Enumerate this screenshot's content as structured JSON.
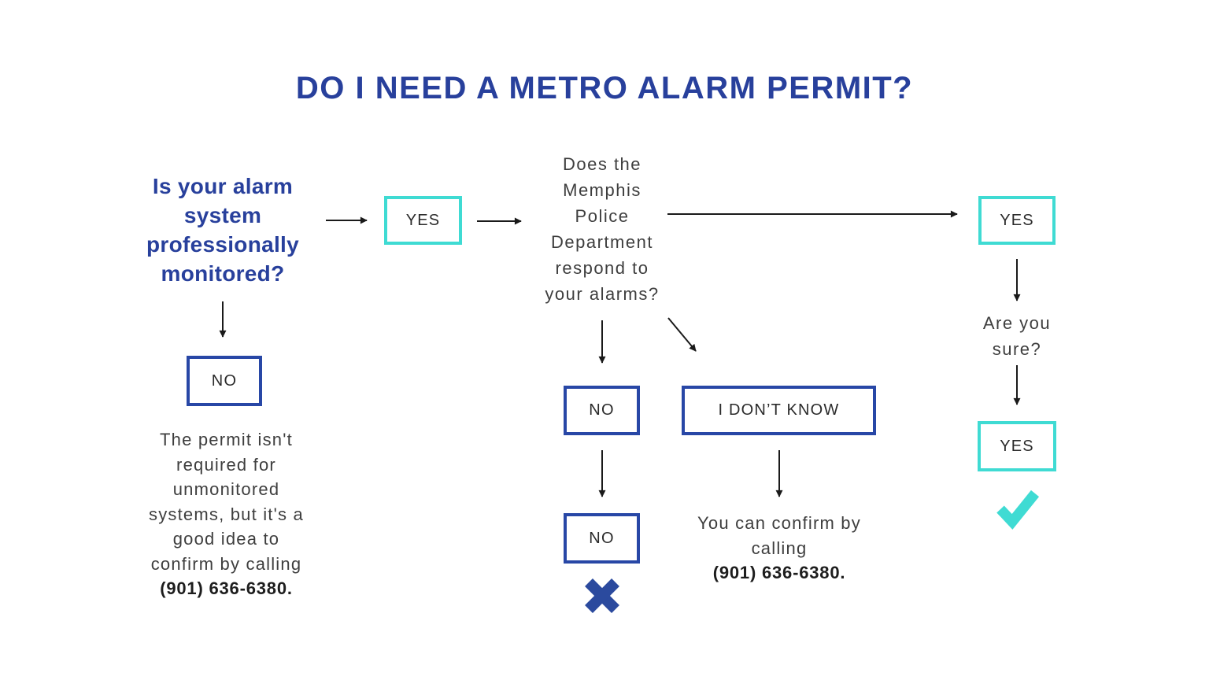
{
  "page": {
    "title": "DO I NEED A METRO ALARM PERMIT?"
  },
  "colors": {
    "title_blue": "#28409C",
    "box_border_blue": "#2847A6",
    "box_border_teal": "#3FDBD3",
    "body_text_gray": "#3E3E3E",
    "arrow_black": "#1A1A1A",
    "x_mark_blue": "#2B4A9E",
    "check_mark_teal": "#3FDBD3"
  },
  "flowchart": {
    "start_question": {
      "text": "Is your alarm\nsystem\nprofessionally\nmonitored?"
    },
    "start_yes_box": {
      "label": "YES"
    },
    "start_no_box": {
      "label": "NO"
    },
    "no_outcome": {
      "text": "The permit isn't\nrequired for\nunmonitored\nsystems, but it's a\ngood idea to\nconfirm by calling",
      "phone": "(901) 636-6380."
    },
    "respond_question": {
      "text": "Does the\nMemphis\nPolice\nDepartment\nrespond to\nyour alarms?"
    },
    "respond_no_box": {
      "label": "NO"
    },
    "respond_dont_know_box": {
      "label": "I DON’T KNOW"
    },
    "respond_no_final_box": {
      "label": "NO"
    },
    "dont_know_outcome": {
      "text": "You can confirm by\ncalling",
      "phone": "(901) 636-6380."
    },
    "respond_yes_box": {
      "label": "YES"
    },
    "sure_question": {
      "text": "Are you\nsure?"
    },
    "sure_yes_box": {
      "label": "YES"
    }
  }
}
